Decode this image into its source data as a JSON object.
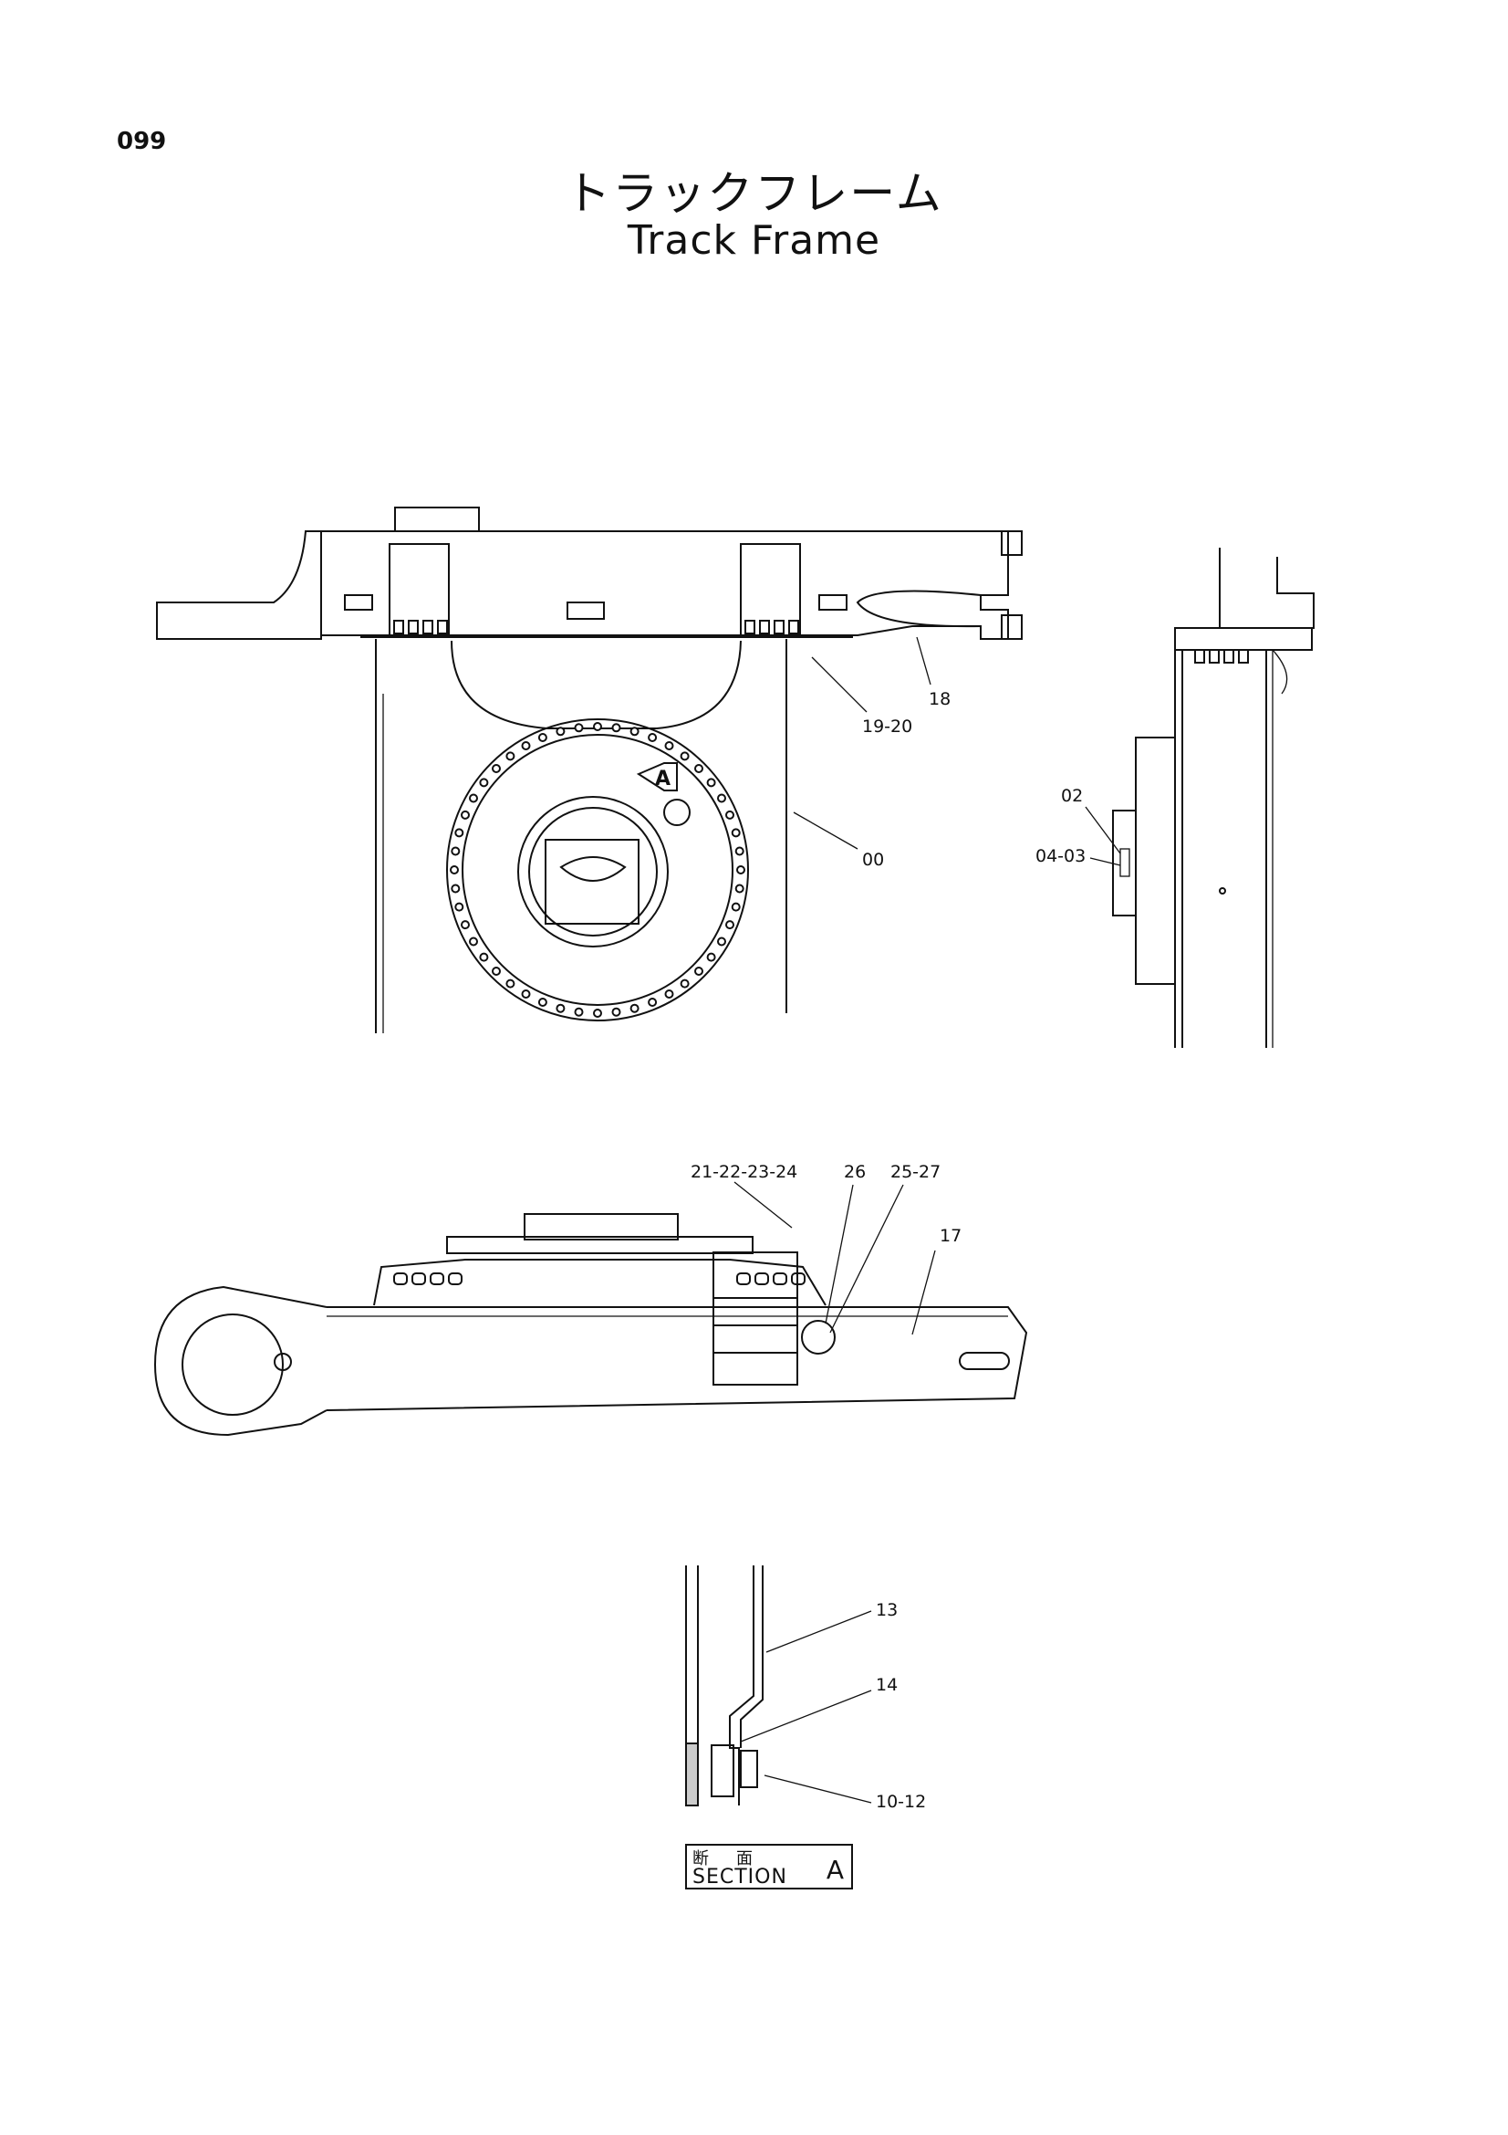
{
  "page": {
    "number": "099"
  },
  "title": {
    "japanese": "トラックフレーム",
    "english": "Track Frame"
  },
  "callouts": {
    "c18": "18",
    "c19_20": "19-20",
    "c00": "00",
    "c02": "02",
    "c04_03": "04-03",
    "viewA": "A",
    "c21_24": "21-22-23-24",
    "c26": "26",
    "c25_27": "25-27",
    "c17": "17",
    "c13": "13",
    "c14": "14",
    "c10_12": "10-12"
  },
  "section_label": {
    "japanese": "断面",
    "english": "SECTION",
    "letter": "A"
  }
}
